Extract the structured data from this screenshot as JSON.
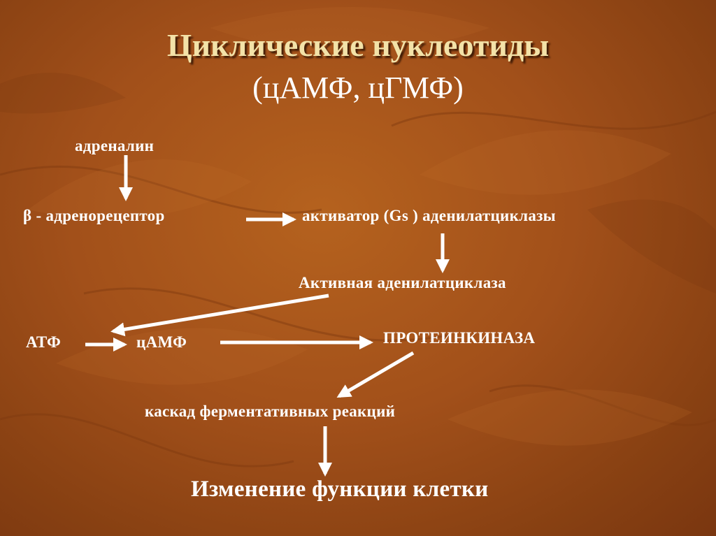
{
  "title": "Циклические нуклеотиды",
  "subtitle": "(цАМФ, цГМФ)",
  "nodes": {
    "adrenaline": "адреналин",
    "beta_receptor": "β - адренорецептор",
    "activator": "активатор (Gs ) аденилатциклазы",
    "active_cyclase": "Активная аденилатциклаза",
    "atp": "АТФ",
    "camp": "цАМФ",
    "protein_kinase": "ПРОТЕИНКИНАЗА",
    "cascade": "каскад ферментативных реакций",
    "result": "Изменение функции клетки"
  },
  "colors": {
    "background": "#a2501a",
    "title": "#f3e2a8",
    "text": "#ffffff",
    "arrow": "#ffffff"
  }
}
